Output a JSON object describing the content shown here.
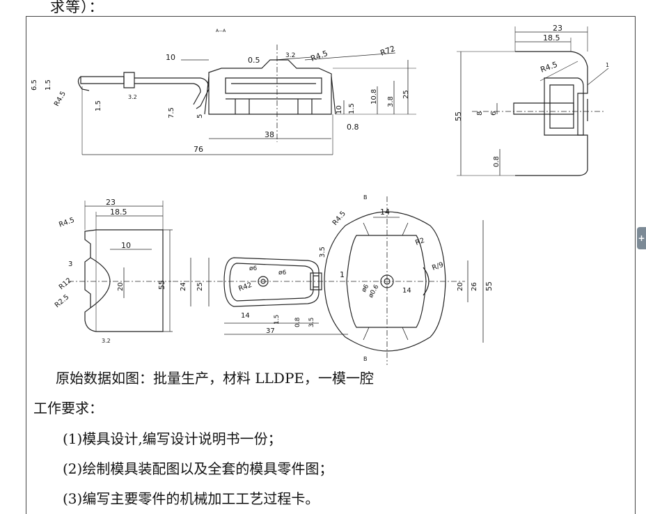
{
  "header": {
    "heading_tail": "求等）："
  },
  "drawing": {
    "section_label": "A—A",
    "section_top_dims": [
      "10",
      "0.5",
      "3.2",
      "R4.5",
      "R72"
    ],
    "section_left_dims": [
      "6.5",
      "1.5",
      "R4.5",
      "1.5"
    ],
    "section_right_dims": [
      "10.8",
      "3.8",
      "25",
      "10",
      "1.5",
      "0.8"
    ],
    "section_bottom_dims": [
      "38",
      "76"
    ],
    "section_misc": [
      "7.5",
      "5",
      "3.2"
    ],
    "side_view_dims": [
      "23",
      "18.5",
      "R4.5",
      "1",
      "55",
      "8",
      "6",
      "0.8"
    ],
    "left_view_dims": [
      "23",
      "18.5",
      "R4.5",
      "10",
      "3",
      "R12",
      "20",
      "R2.5",
      "55",
      "3.2"
    ],
    "top_view_labels": [
      "B",
      "14",
      "R4.5",
      "3.5",
      "R2",
      "R/9",
      "ø6",
      "ø6",
      "R42",
      "1",
      "20",
      "26",
      "55",
      "25",
      "24",
      "ø6",
      "ø0.6",
      "14",
      "14",
      "1.5",
      "0.8",
      "3.5",
      "37",
      "B"
    ]
  },
  "body": {
    "line1": "原始数据如图：批量生产，材料 LLDPE，一模一腔",
    "line2": "工作要求：",
    "line3": "(1)模具设计,编写设计说明书一份；",
    "line4": "(2)绘制模具装配图以及全套的模具零件图；",
    "line5": "(3)编写主要零件的机械加工工艺过程卡。"
  },
  "side_tab": {
    "icon": "plus-icon",
    "label": "+"
  }
}
